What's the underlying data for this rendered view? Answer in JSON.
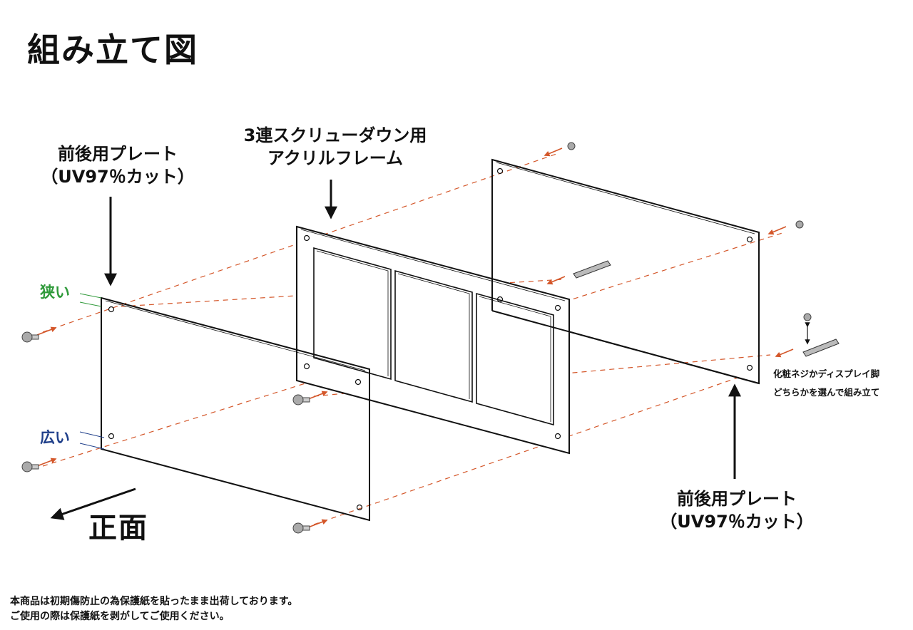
{
  "title": "組み立て図",
  "labels": {
    "front_plate_line1": "前後用プレート",
    "front_plate_line2": "（UV97％カット）",
    "frame_line1": "3連スクリューダウン用",
    "frame_line2": "アクリルフレーム",
    "back_plate_line1": "前後用プレート",
    "back_plate_line2": "（UV97％カット）",
    "narrow": "狭い",
    "wide": "広い",
    "direction": "正面",
    "option_line1": "化粧ネジかディスプレイ脚",
    "option_line2": "どちらかを選んで組み立て"
  },
  "footer": {
    "line1": "本商品は初期傷防止の為保護紙を貼ったまま出荷しております。",
    "line2": "ご使用の際は保護紙を剥がしてご使用ください。"
  },
  "colors": {
    "outline": "#111111",
    "guide": "#d4572a",
    "narrow": "#2f9a3a",
    "wide": "#1f3f8a",
    "screw": "#aaaaaa"
  }
}
